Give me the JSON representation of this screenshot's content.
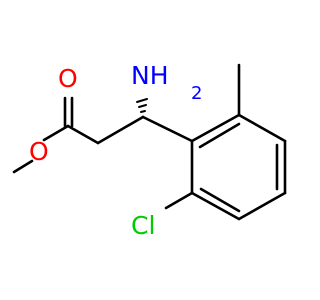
{
  "molecule": {
    "atoms": {
      "carbonyl_oxygen": "O",
      "ester_oxygen": "O",
      "amino": "NH",
      "amino_subscript": "2",
      "chlorine": "Cl"
    },
    "colors": {
      "oxygen": "#ff0000",
      "nitrogen": "#0000ff",
      "chlorine": "#00cc00",
      "bond": "#000000"
    }
  }
}
